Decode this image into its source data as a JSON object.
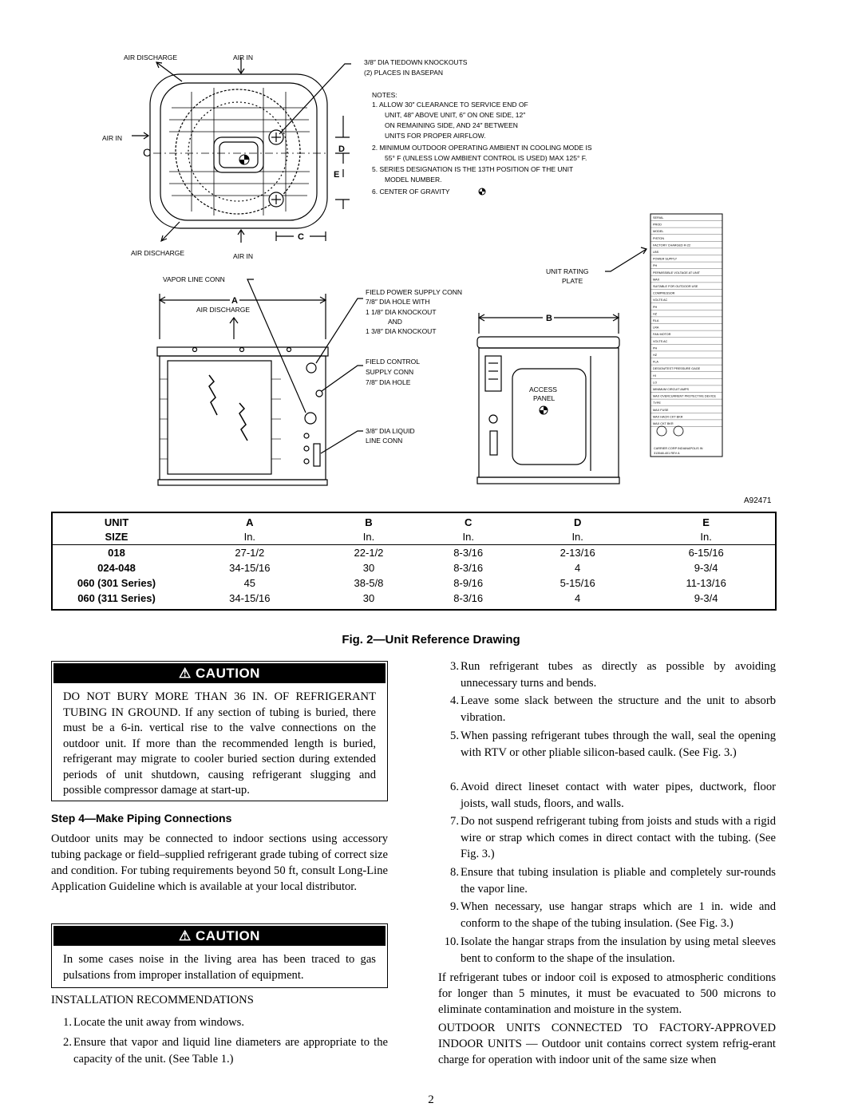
{
  "drawing": {
    "top_view": {
      "air_discharge_top": "AIR DISCHARGE",
      "air_in_top": "AIR IN",
      "air_in_left": "AIR IN",
      "air_discharge_bottom": "AIR DISCHARGE",
      "air_in_bottom": "AIR IN",
      "cl_mark": "C",
      "dim_d": "D",
      "dim_e": "E",
      "dim_c": "C"
    },
    "knockouts_line1": "3/8″ DIA TIEDOWN KNOCKOUTS",
    "knockouts_line2": "(2) PLACES IN BASEPAN",
    "notes_title": "NOTES:",
    "notes": [
      "1. ALLOW 30″ CLEARANCE TO SERVICE END OF",
      "UNIT, 48″ ABOVE UNIT, 6″ ON ONE SIDE, 12″",
      "ON REMAINING SIDE, AND 24″ BETWEEN",
      "UNITS FOR PROPER AIRFLOW.",
      "2. MINIMUM OUTDOOR OPERATING AMBIENT IN COOLING MODE IS",
      "55° F (UNLESS LOW AMBIENT CONTROL IS USED) MAX 125° F.",
      "5. SERIES DESIGNATION IS THE 13TH POSITION  OF THE UNIT",
      "MODEL NUMBER.",
      "6.  CENTER OF GRAVITY"
    ],
    "front_view": {
      "vapor_line": "VAPOR LINE CONN",
      "dim_a": "A",
      "air_discharge": "AIR DISCHARGE",
      "field_power_1": "FIELD POWER SUPPLY CONN",
      "field_power_2": "7/8″ DIA HOLE WITH",
      "field_power_3": "1 1/8″ DIA KNOCKOUT",
      "field_power_4": "AND",
      "field_power_5": "1 3/8″ DIA KNOCKOUT",
      "field_control_1": "FIELD CONTROL",
      "field_control_2": "SUPPLY CONN",
      "field_control_3": "7/8″ DIA HOLE",
      "liquid_1": "3/8″  DIA LIQUID",
      "liquid_2": "LINE CONN"
    },
    "side_view": {
      "dim_b": "B",
      "access_1": "ACCESS",
      "access_2": "PANEL",
      "unit_rating_1": "UNIT RATING",
      "unit_rating_2": "PLATE"
    },
    "rating_plate": {
      "rows": [
        "SERIAL",
        "PROD",
        "MODEL",
        "PISTON",
        "FACTORY CHARGED R-22",
        "LBS",
        "POWER SUPPLY",
        "PH",
        "PERMISSIBLE VOLTAGE AT UNIT",
        "MAX",
        "SUITABLE FOR OUTDOOR USE",
        "COMPRESSOR",
        "VOLTS AC",
        "PH",
        "HZ",
        "RLA",
        "LRA",
        "FAN MOTOR",
        "VOLTS AC",
        "PH",
        "HZ",
        "FLA",
        "DESIGN/TEST PRESSURE GAGE",
        "HI",
        "LO",
        "MINIMUM CIRCUIT AMPS",
        "MAX OVERCURRENT PROTECTIVE DEVICE",
        "TYPE",
        "MAX FUSE",
        "MAX HACR CKT BKR",
        "MAX CKT BKR"
      ],
      "footer_1": "CARRIER CORP    INDIANAPOLIS  IN",
      "footer_2": "313548-401     REV A"
    },
    "figure_id": "A92471"
  },
  "table": {
    "headers": [
      "UNIT",
      "A",
      "B",
      "C",
      "D",
      "E"
    ],
    "subheaders": [
      "SIZE",
      "In.",
      "In.",
      "In.",
      "In.",
      "In."
    ],
    "rows": [
      [
        "018",
        "27-1/2",
        "22-1/2",
        "8-3/16",
        "2-13/16",
        "6-15/16"
      ],
      [
        "024-048",
        "34-15/16",
        "30",
        "8-3/16",
        "4",
        "9-3/4"
      ],
      [
        "060 (301 Series)",
        "45",
        "38-5/8",
        "8-9/16",
        "5-15/16",
        "11-13/16"
      ],
      [
        "060 (311 Series)",
        "34-15/16",
        "30",
        "8-3/16",
        "4",
        "9-3/4"
      ]
    ]
  },
  "fig_caption": "Fig. 2—Unit Reference Drawing",
  "caution_label": "CAUTION",
  "caution1_text": "DO NOT BURY MORE THAN 36 IN. OF REFRIGERANT TUBING IN GROUND. If any section of tubing is buried, there must be a 6-in. vertical rise to the valve connections on the outdoor unit. If more than the recommended length is buried, refrigerant may migrate to cooler buried section during extended periods of unit shutdown, causing refrigerant slugging and possible compressor damage at start-up.",
  "step4_heading": "Step 4—Make Piping Connections",
  "step4_body": "Outdoor units may be connected to indoor sections using accessory tubing package or field–supplied refrigerant grade tubing of correct size and condition. For tubing requirements beyond 50 ft, consult Long-Line Application Guideline which is available at your local distributor.",
  "caution2_text": "In some cases noise in the living area has been traced to gas pulsations from improper installation of equipment.",
  "install_heading": "INSTALLATION RECOMMENDATIONS",
  "list_left": [
    {
      "n": "1.",
      "t": "Locate the unit away from windows."
    },
    {
      "n": "2.",
      "t": "Ensure that vapor and liquid line diameters are appropriate to the capacity of the unit. (See Table 1.)"
    }
  ],
  "list_right": [
    {
      "n": "3.",
      "t": "Run refrigerant tubes as directly as possible by avoiding unnecessary turns and bends."
    },
    {
      "n": "4.",
      "t": "Leave some slack between the structure and the unit to absorb vibration."
    },
    {
      "n": "5.",
      "t": "When passing refrigerant tubes through the wall, seal the opening with RTV or other pliable silicon-based caulk. (See Fig. 3.)"
    },
    {
      "n": "6.",
      "t": "Avoid direct lineset contact with water pipes, ductwork, floor joists, wall studs, floors, and walls."
    },
    {
      "n": "7.",
      "t": "Do not suspend refrigerant tubing from joists and studs with a rigid wire or strap which comes in direct contact with the tubing. (See Fig. 3.)"
    },
    {
      "n": "8.",
      "t": "Ensure that tubing insulation is pliable and completely sur-rounds the vapor line."
    },
    {
      "n": "9.",
      "t": "When necessary, use hangar straps which are 1 in. wide and conform to the shape of the tubing insulation. (See Fig. 3.)"
    },
    {
      "n": "10.",
      "t": "Isolate the hangar straps from the insulation by using metal sleeves bent to conform to the shape of the insulation."
    }
  ],
  "right_para1": "If refrigerant tubes or indoor coil is exposed to atmospheric conditions for longer than 5 minutes, it must be evacuated to 500 microns to eliminate contamination and moisture in the system.",
  "right_para2": "OUTDOOR UNITS CONNECTED TO FACTORY-APPROVED INDOOR UNITS — Outdoor unit contains correct system refrig-erant charge for operation with indoor unit of the same size when",
  "page_number": "2"
}
